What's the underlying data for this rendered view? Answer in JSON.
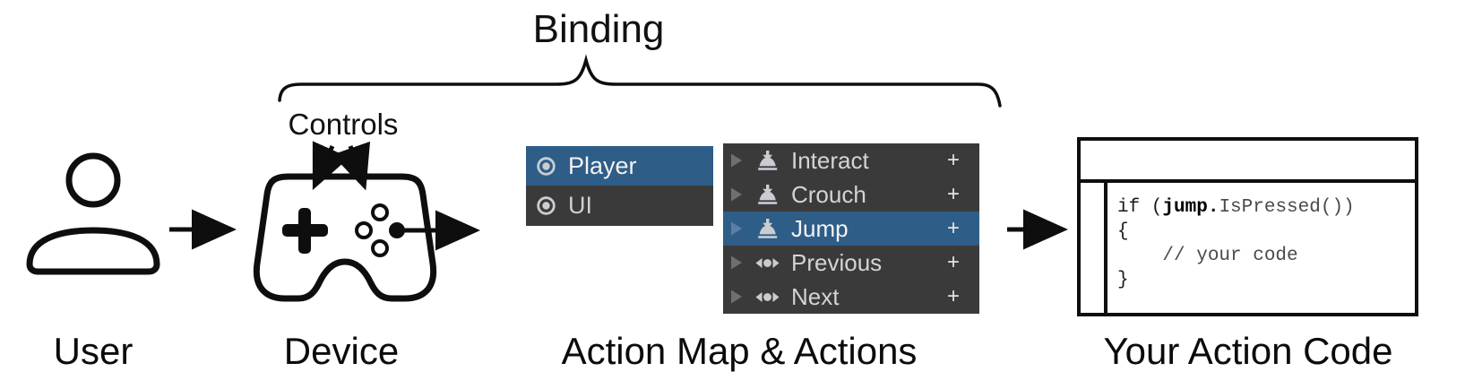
{
  "diagram": {
    "binding_label": "Binding",
    "controls_label": "Controls",
    "stage_labels": {
      "user": "User",
      "device": "Device",
      "actions": "Action Map & Actions",
      "code": "Your Action Code"
    }
  },
  "action_maps": {
    "items": [
      {
        "label": "Player",
        "selected": true
      },
      {
        "label": "UI",
        "selected": false
      }
    ]
  },
  "actions": {
    "items": [
      {
        "label": "Interact",
        "icon": "button-press-icon",
        "selected": false,
        "add_label": "+"
      },
      {
        "label": "Crouch",
        "icon": "button-press-icon",
        "selected": false,
        "add_label": "+"
      },
      {
        "label": "Jump",
        "icon": "button-press-icon",
        "selected": true,
        "add_label": "+"
      },
      {
        "label": "Previous",
        "icon": "axis-icon",
        "selected": false,
        "add_label": "+"
      },
      {
        "label": "Next",
        "icon": "axis-icon",
        "selected": false,
        "add_label": "+"
      }
    ]
  },
  "code": {
    "line1_prefix": "if (",
    "line1_var": "jump.",
    "line1_suffix": "IsPressed())",
    "line2": "{",
    "line3": "    // your code",
    "line4": "}"
  },
  "colors": {
    "selection_blue": "#2E5D88",
    "panel_dark": "#3A3A3A",
    "icon_gray": "#C9CDD1",
    "line_black": "#0e0e0e"
  }
}
